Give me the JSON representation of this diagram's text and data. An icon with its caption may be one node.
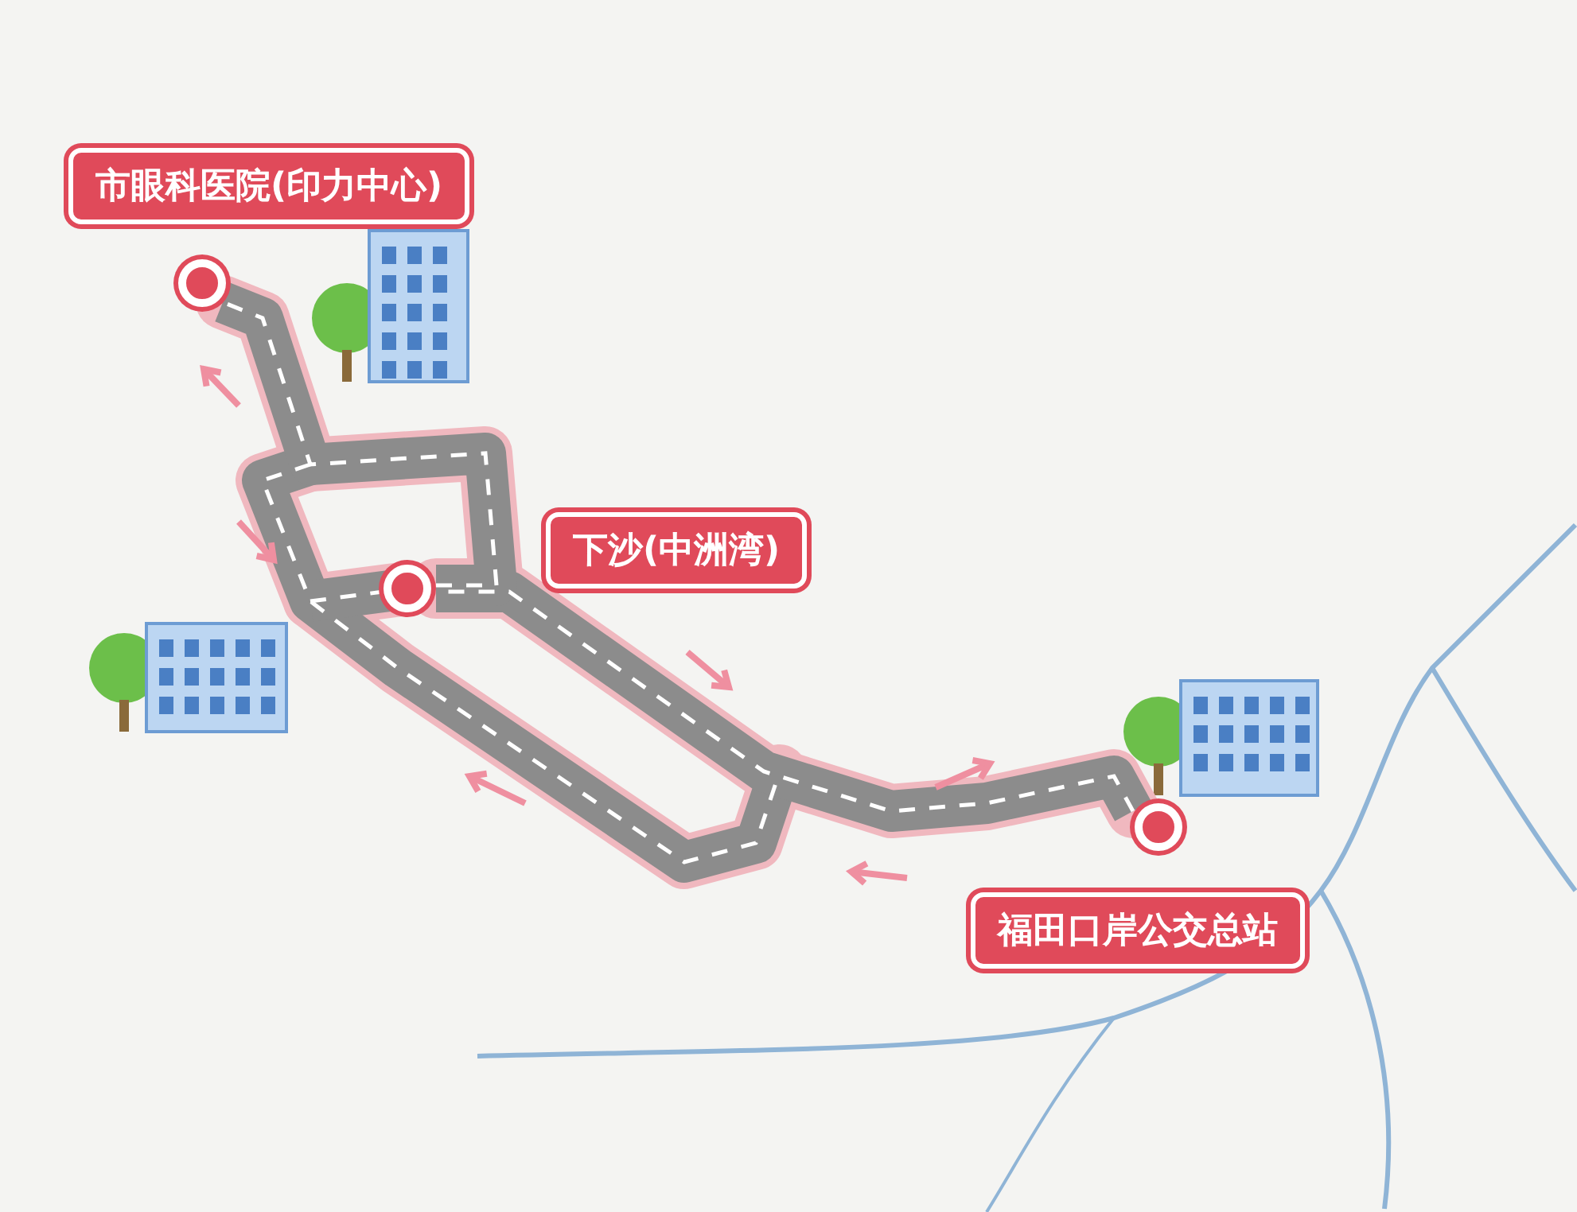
{
  "diagram": {
    "nodes": [
      {
        "text": [],
        "shape": "circle"
      },
      {
        "text": [],
        "shape": "circle"
      },
      {
        "text": [],
        "shape": "circle"
      }
    ],
    "edges": [
      {
        "from": 2,
        "to": 1,
        "arrow": "none"
      },
      {
        "from": 1,
        "to": 0,
        "arrow": "none"
      }
    ],
    "labels": [
      "市眼科医院(印力中心)",
      "下沙(中洲湾)",
      "福田口岸公交总站"
    ]
  }
}
